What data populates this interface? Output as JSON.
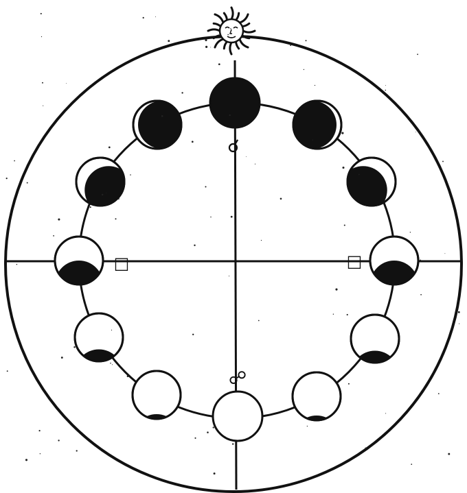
{
  "symbols": {
    "conjunction": "☌",
    "quadrature_left": "□",
    "quadrature_right": "□",
    "opposition": "☍"
  },
  "moon_phases": [
    {
      "name": "new",
      "lit_fraction": 0.0,
      "lit_side": "none"
    },
    {
      "name": "waxing-crescent-1",
      "lit_fraction": 0.1,
      "lit_side": "right"
    },
    {
      "name": "waxing-crescent-2",
      "lit_fraction": 0.25,
      "lit_side": "upper-right"
    },
    {
      "name": "first-quarter",
      "lit_fraction": 0.5,
      "lit_side": "top"
    },
    {
      "name": "waxing-gibbous-1",
      "lit_fraction": 0.75,
      "lit_side": "top"
    },
    {
      "name": "waxing-gibbous-2",
      "lit_fraction": 0.9,
      "lit_side": "top"
    },
    {
      "name": "full",
      "lit_fraction": 1.0,
      "lit_side": "all"
    },
    {
      "name": "waning-gibbous-1",
      "lit_fraction": 0.9,
      "lit_side": "top"
    },
    {
      "name": "waning-gibbous-2",
      "lit_fraction": 0.75,
      "lit_side": "top"
    },
    {
      "name": "last-quarter",
      "lit_fraction": 0.5,
      "lit_side": "top"
    },
    {
      "name": "waning-crescent-1",
      "lit_fraction": 0.25,
      "lit_side": "upper-left"
    },
    {
      "name": "waning-crescent-2",
      "lit_fraction": 0.1,
      "lit_side": "left"
    }
  ],
  "colors": {
    "ink": "#111111",
    "paper": "#ffffff"
  }
}
